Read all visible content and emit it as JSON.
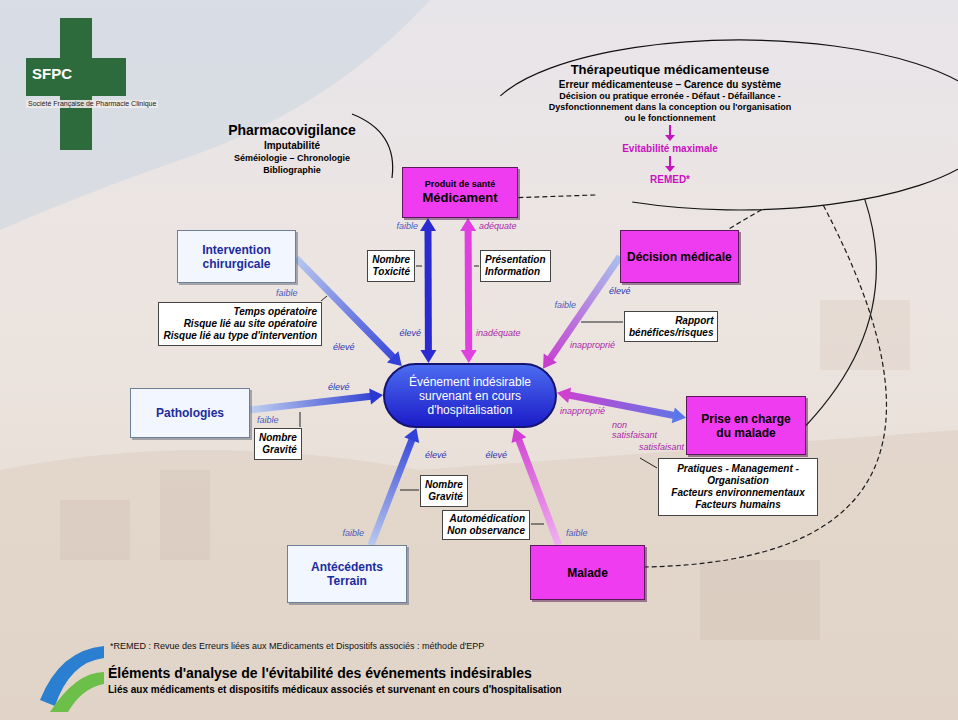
{
  "diagram": {
    "title": "Éléments d'analyse de l'évitabilité des événements indésirables",
    "caption": "Liés aux médicaments et dispositifs médicaux associés et survenant en cours d'hospitalisation",
    "nodes": [
      {
        "text": [
          "Pharmacovigilance",
          "Imputabilité",
          "Séméiologie – Chronologie",
          "Bibliographie"
        ]
      },
      {
        "text": [
          "Thérapeutique médicamenteuse",
          "Erreur médicamenteuse – Carence du système",
          "Décision ou pratique erronée - Défaut - Défaillance - Dysfonctionnement dans la conception ou l'organisation ou le fonctionnement",
          "Evitabilité maximale",
          "REMED*"
        ]
      },
      {
        "text": [
          "Produit de santé",
          "Médicament"
        ]
      },
      {
        "text": [
          "Intervention chirurgicale"
        ]
      },
      {
        "text": [
          "Décision médicale"
        ]
      },
      {
        "text": [
          "Nombre",
          "Toxicité"
        ]
      },
      {
        "text": [
          "Présentation",
          "Information"
        ]
      },
      {
        "text": [
          "Temps opératoire",
          "Risque lié au site opératoire",
          "Risque lié au type d'intervention"
        ]
      },
      {
        "text": [
          "Rapport",
          "bénéfices/risques"
        ]
      },
      {
        "text": [
          "Événement indésirable survenant en cours d'hospitalisation"
        ]
      },
      {
        "text": [
          "Pathologies"
        ]
      },
      {
        "text": [
          "Nombre",
          "Gravité"
        ]
      },
      {
        "text": [
          "Prise en charge du malade"
        ]
      },
      {
        "text": [
          "Pratiques - Management - Organisation",
          "Facteurs environnementaux",
          "Facteurs humains"
        ]
      },
      {
        "text": [
          "Nombre",
          "Gravité"
        ]
      },
      {
        "text": [
          "Automédication",
          "Non observance"
        ]
      },
      {
        "text": [
          "Antécédents Terrain"
        ]
      },
      {
        "text": [
          "Malade"
        ]
      }
    ],
    "edges": [
      {
        "from": 3,
        "to": 9,
        "arrow": "to"
      },
      {
        "from": 2,
        "to": 9,
        "arrow": "both"
      },
      {
        "from": 2,
        "to": 9,
        "arrow": "both"
      },
      {
        "from": 4,
        "to": 9,
        "arrow": "to"
      },
      {
        "from": 10,
        "to": 9,
        "arrow": "to"
      },
      {
        "from": 12,
        "to": 9,
        "arrow": "both"
      },
      {
        "from": 16,
        "to": 9,
        "arrow": "to"
      },
      {
        "from": 17,
        "to": 9,
        "arrow": "to"
      },
      {
        "from": 1,
        "to": 2,
        "arrow": "none"
      },
      {
        "from": 1,
        "to": 4,
        "arrow": "none"
      },
      {
        "from": 1,
        "to": 12,
        "arrow": "none"
      },
      {
        "from": 1,
        "to": 17,
        "arrow": "none"
      }
    ],
    "labels": [
      "SFPC",
      "Société Française de Pharmacie Clinique",
      "faible",
      "élevé",
      "faible",
      "adéquate",
      "élevé",
      "inadéquate",
      "élevé",
      "faible",
      "inapproprié",
      "faible",
      "élevé",
      "inapproprié",
      "non satisfaisant",
      "satisfaisant",
      "élevé",
      "faible",
      "élevé",
      "faible",
      "*REMED : Revue des Erreurs liées aux MEdicaments et Dispositifs associés : méthode d'EPP"
    ]
  }
}
